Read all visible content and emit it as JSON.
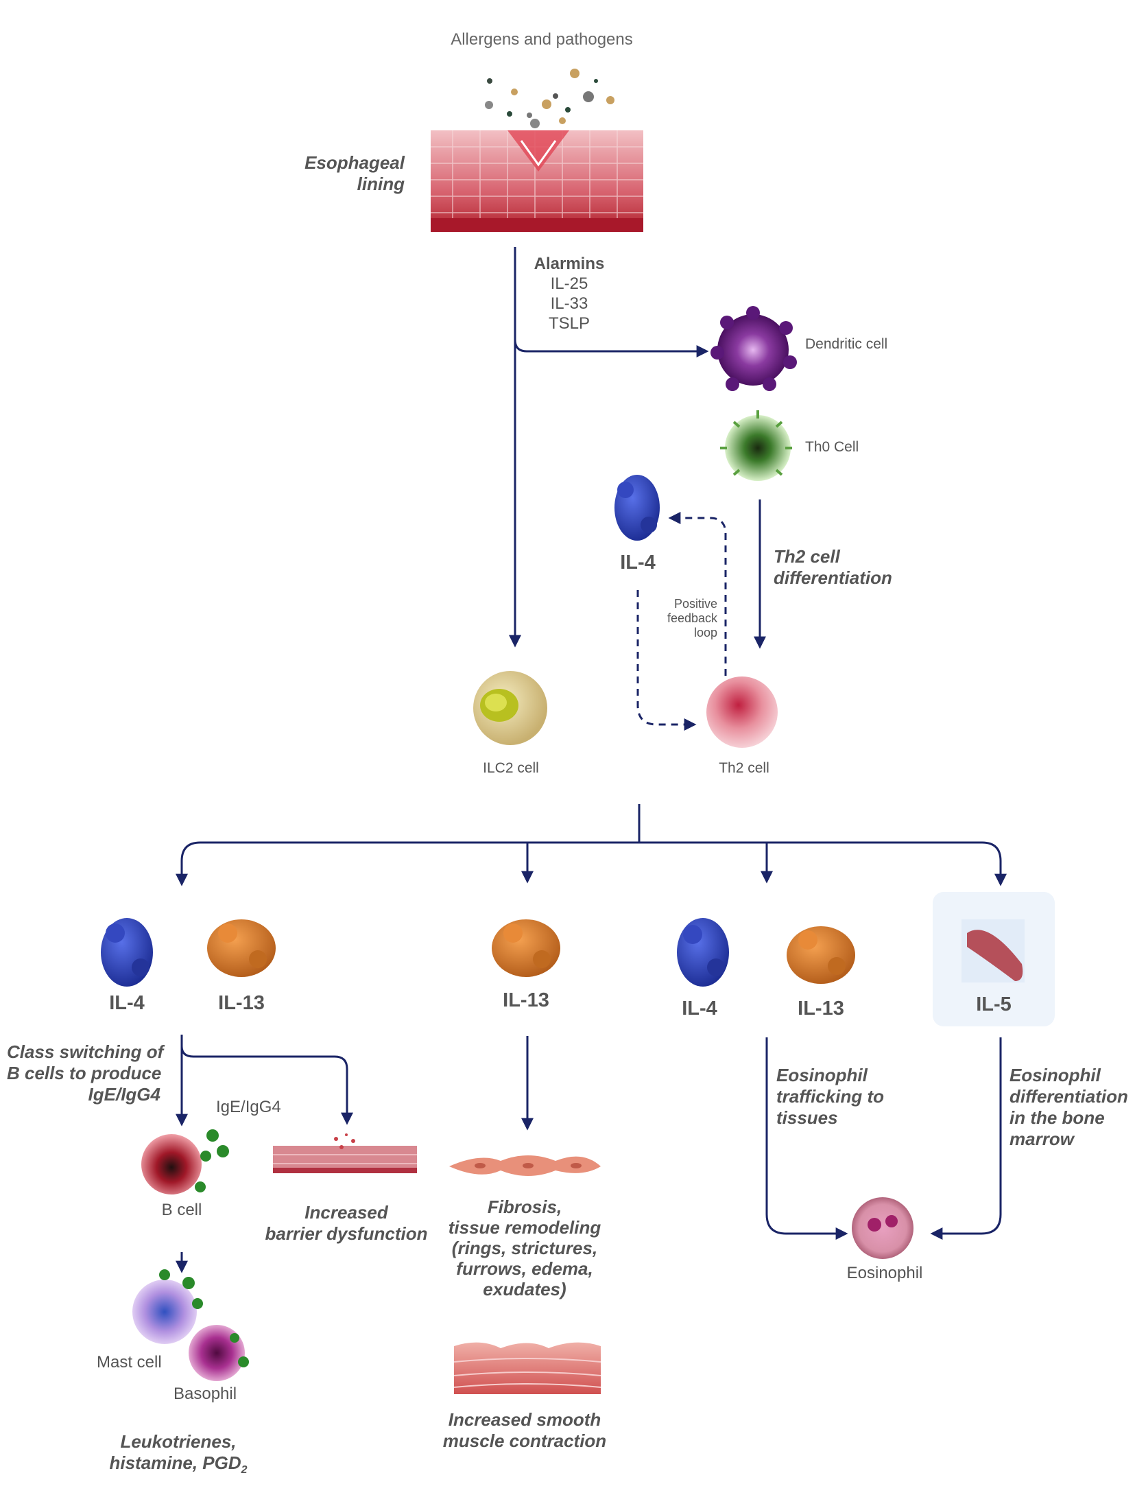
{
  "top": {
    "title": "Allergens and pathogens",
    "esophageal_lining": [
      "Esophageal",
      "lining"
    ],
    "alarmins_title": "Alarmins",
    "alarmins": [
      "IL-25",
      "IL-33",
      "TSLP"
    ]
  },
  "cells": {
    "dendritic": "Dendritic cell",
    "th0": "Th0 Cell",
    "ilc2": "ILC2 cell",
    "th2": "Th2 cell",
    "b_cell": "B cell",
    "mast": "Mast cell",
    "basophil": "Basophil",
    "eosinophil": "Eosinophil"
  },
  "labels": {
    "il4_top": "IL-4",
    "th2_diff": [
      "Th2 cell",
      "differentiation"
    ],
    "feedback": [
      "Positive",
      "feedback",
      "loop"
    ],
    "ige": "IgE/IgG4"
  },
  "cytokines": {
    "g1_il4": "IL-4",
    "g1_il13": "IL-13",
    "g2_il13": "IL-13",
    "g3_il4": "IL-4",
    "g3_il13": "IL-13",
    "g4_il5": "IL-5"
  },
  "effects": {
    "class_switch": [
      "Class switching of",
      "B cells to produce",
      "IgE/IgG4"
    ],
    "barrier": [
      "Increased",
      "barrier dysfunction"
    ],
    "fibrosis": [
      "Fibrosis,",
      "tissue remodeling",
      "(rings, strictures,",
      "furrows, edema,",
      "exudates)"
    ],
    "smooth_muscle": [
      "Increased smooth",
      "muscle contraction"
    ],
    "eos_traffic": [
      "Eosinophil",
      "trafficking to",
      "tissues"
    ],
    "eos_diff": [
      "Eosinophil",
      "differentiation",
      "in the bone",
      "marrow"
    ],
    "leuko": [
      "Leukotrienes,",
      "histamine, PGD"
    ],
    "leuko_sub": "2"
  },
  "colors": {
    "arrow": "#1a2466",
    "il4": "#2a3fb0",
    "il13": "#d9782c",
    "il5": "#b5505a",
    "tissue": "#c8404a",
    "highlight": "#eef4fb"
  }
}
